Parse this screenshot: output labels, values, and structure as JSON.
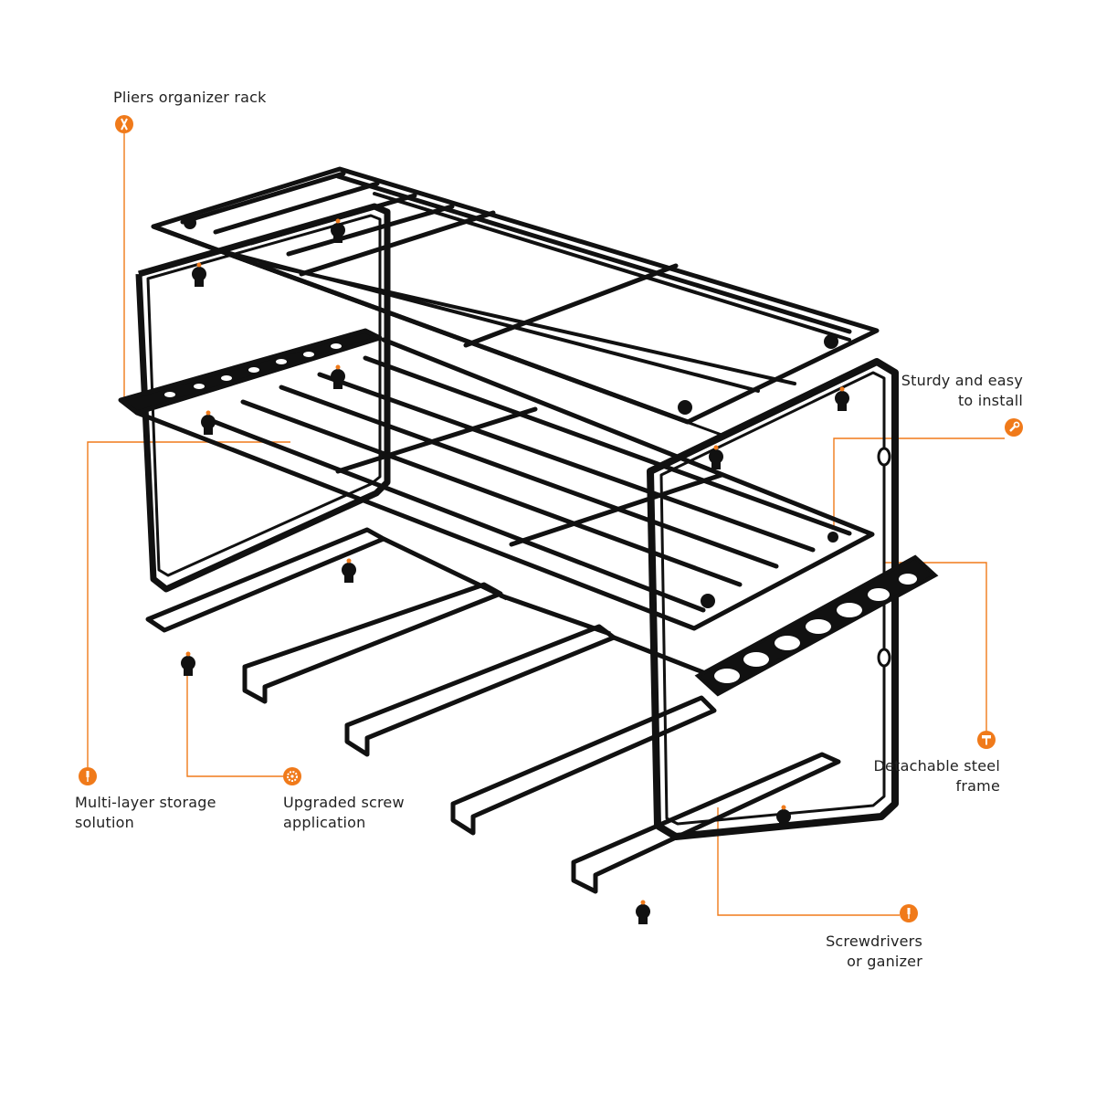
{
  "labels": {
    "pliers": {
      "line1": "Pliers organizer rack"
    },
    "multi": {
      "line1": "Multi-layer storage",
      "line2": "solution"
    },
    "screw": {
      "line1": "Upgraded screw",
      "line2": "application"
    },
    "sturdy": {
      "line1": "Sturdy and easy",
      "line2": "to install"
    },
    "frame": {
      "line1": "Detachable steel",
      "line2": "frame"
    },
    "screwdrivers": {
      "line1": "Screwdrivers",
      "line2": "or ganizer"
    }
  },
  "colors": {
    "accent": "#f07a1a",
    "rack": "#111111",
    "text": "#222222"
  },
  "icons": {
    "pliers": "pliers-icon",
    "multi": "screwdriver-icon",
    "screw": "gear-icon",
    "sturdy": "wrench-icon",
    "frame": "hammer-icon",
    "screwdrivers": "screwdriver-icon"
  }
}
